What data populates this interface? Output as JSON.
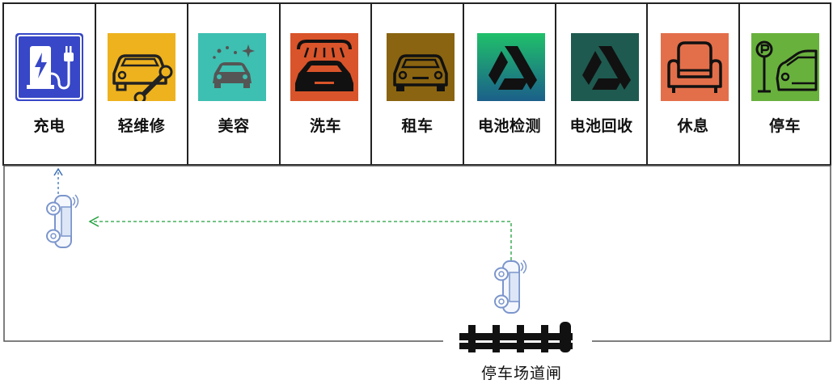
{
  "services": [
    {
      "label": "充电",
      "icon": "ev-charging-icon",
      "color": "#3747c7"
    },
    {
      "label": "轻维修",
      "icon": "car-repair-icon",
      "color": "#eeb21e"
    },
    {
      "label": "美容",
      "icon": "car-beauty-icon",
      "color": "#3dbfb1"
    },
    {
      "label": "洗车",
      "icon": "car-wash-icon",
      "color": "#d9542a"
    },
    {
      "label": "租车",
      "icon": "car-rental-icon",
      "color": "#8a6410"
    },
    {
      "label": "电池检测",
      "icon": "battery-check-icon",
      "color": "#20b86a"
    },
    {
      "label": "电池回收",
      "icon": "battery-recycle-icon",
      "color": "#1e5a50"
    },
    {
      "label": "休息",
      "icon": "armchair-icon",
      "color": "#e36f4a"
    },
    {
      "label": "停车",
      "icon": "parking-icon",
      "color": "#69b13d"
    }
  ],
  "gate": {
    "label": "停车场道闸",
    "icon": "parking-gate-icon"
  },
  "colors": {
    "route": "#1fa03a",
    "arrow_up": "#3b6fb6",
    "car": "#7b95cc",
    "border": "#555555"
  }
}
